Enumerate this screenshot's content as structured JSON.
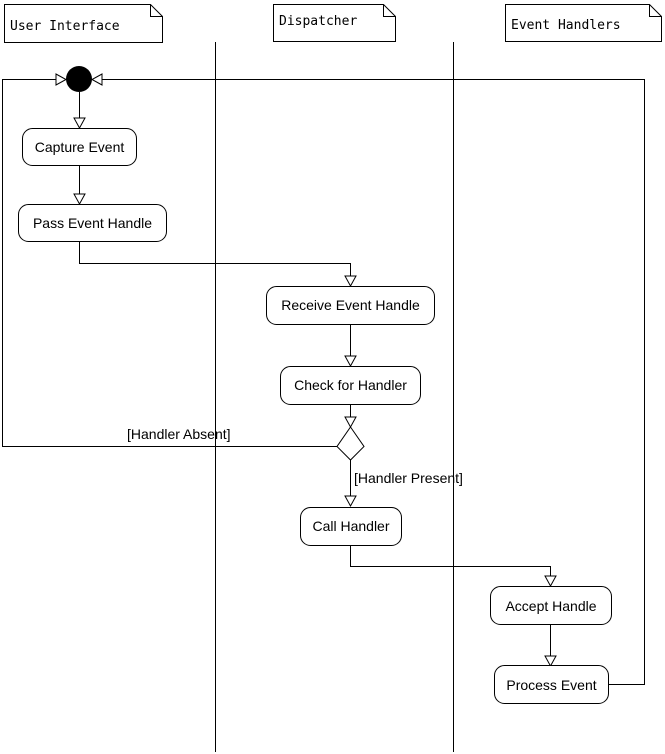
{
  "swimlanes": {
    "user_interface": "User Interface",
    "dispatcher": "Dispatcher",
    "event_handlers": "Event Handlers"
  },
  "activities": {
    "capture_event": "Capture Event",
    "pass_event_handle": "Pass Event Handle",
    "receive_event_handle": "Receive Event Handle",
    "check_for_handler": "Check for Handler",
    "call_handler": "Call Handler",
    "accept_handle": "Accept Handle",
    "process_event": "Process Event"
  },
  "guards": {
    "handler_absent": "[Handler Absent]",
    "handler_present": "[Handler Present]"
  }
}
